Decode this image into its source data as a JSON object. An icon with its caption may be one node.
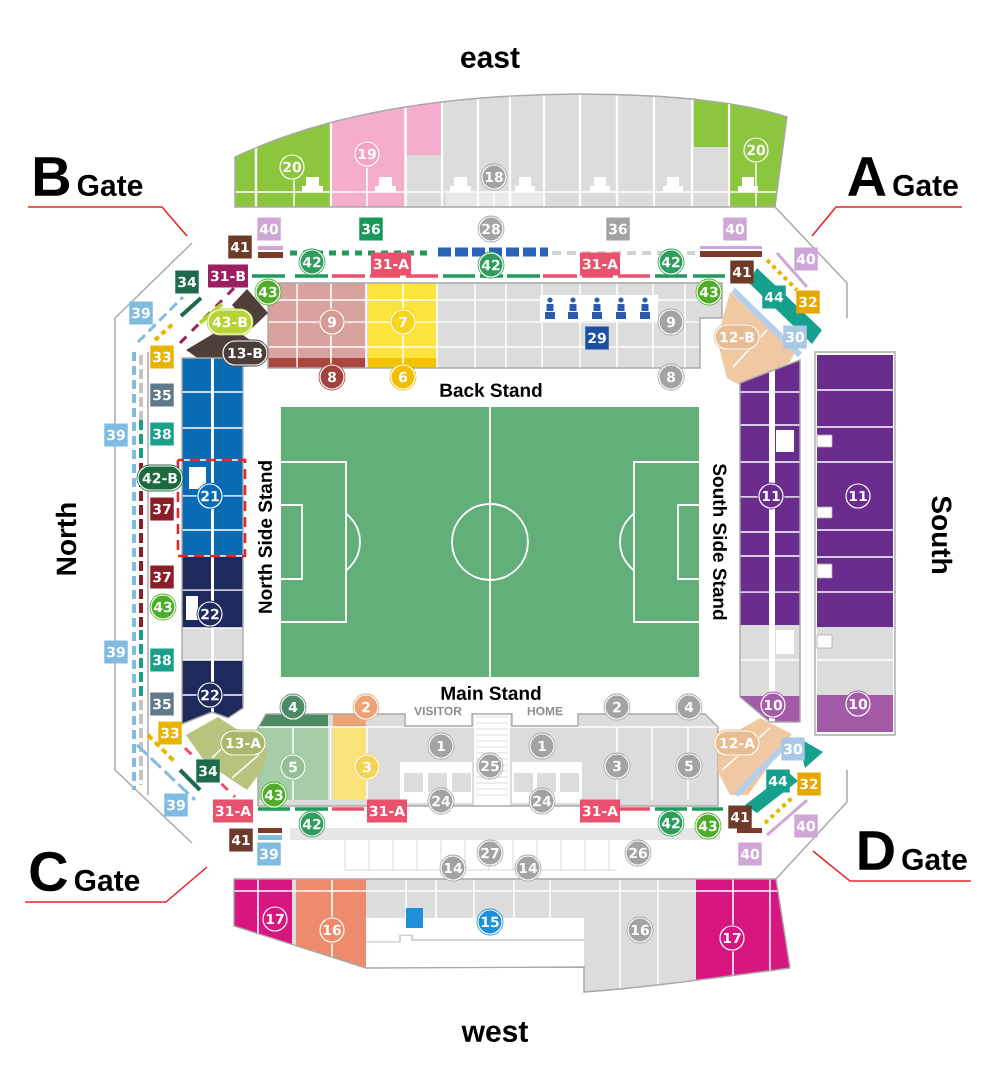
{
  "diagram": {
    "nodes": [
      {
        "text": [
          "B",
          "Gate"
        ]
      },
      {
        "text": [
          "A",
          "Gate"
        ]
      },
      {
        "text": [
          "C",
          "Gate"
        ]
      },
      {
        "text": [
          "D",
          "Gate"
        ]
      }
    ],
    "edges": [
      {
        "from": 0,
        "to": null,
        "arrow": "none"
      },
      {
        "from": 1,
        "to": null,
        "arrow": "none"
      },
      {
        "from": 2,
        "to": null,
        "arrow": "none"
      },
      {
        "from": 3,
        "to": null,
        "arrow": "none"
      }
    ],
    "labels": [
      "east",
      "20",
      "19",
      "18",
      "20",
      "41",
      "40",
      "36",
      "28",
      "36",
      "40",
      "34",
      "31-B",
      "42",
      "31-A",
      "42",
      "31-A",
      "42",
      "41",
      "40",
      "39",
      "43-B",
      "43",
      "9",
      "7",
      "29",
      "9",
      "43",
      "12-B",
      "44",
      "30",
      "32",
      "33",
      "35",
      "13-B",
      "8",
      "6",
      "Back Stand",
      "8",
      "39",
      "38",
      "North",
      "42-B",
      "37",
      "37",
      "43",
      "21",
      "22",
      "North Side Stand",
      "South Side Stand",
      "11",
      "11",
      "South",
      "39",
      "38",
      "35",
      "22",
      "4",
      "2",
      "VISITOR",
      "Main Stand",
      "HOME",
      "2",
      "4",
      "10",
      "10",
      "33",
      "34",
      "13-A",
      "5",
      "3",
      "1",
      "25",
      "1",
      "3",
      "5",
      "12-A",
      "44",
      "32",
      "30",
      "39",
      "31-A",
      "41",
      "39",
      "43",
      "42",
      "31-A",
      "24",
      "14",
      "27",
      "14",
      "24",
      "31-A",
      "26",
      "42",
      "43",
      "41",
      "40",
      "40",
      "17",
      "16",
      "15",
      "16",
      "17",
      "west"
    ]
  }
}
